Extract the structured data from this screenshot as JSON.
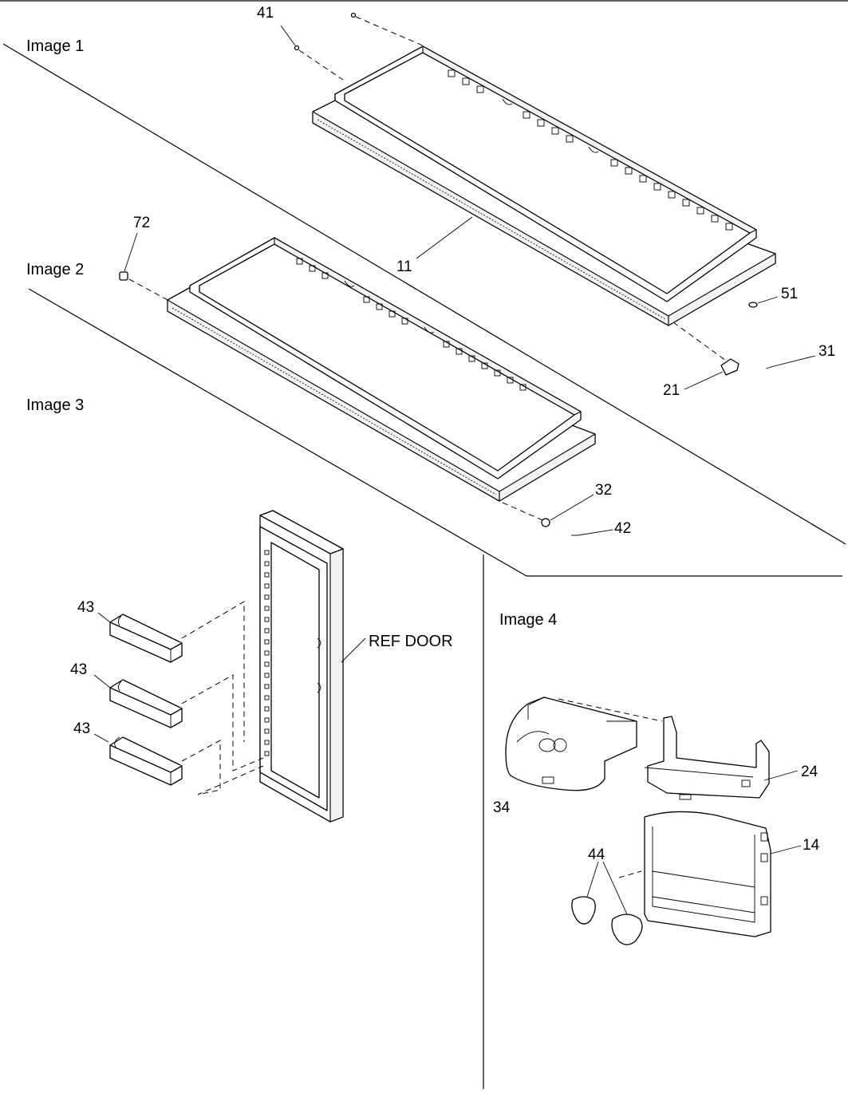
{
  "sections": {
    "image1": "Image 1",
    "image2": "Image 2",
    "image3": "Image 3",
    "image4": "Image 4"
  },
  "callouts": {
    "p41": "41",
    "p11": "11",
    "p51": "51",
    "p31": "31",
    "p21": "21",
    "p72": "72",
    "p32": "32",
    "p42": "42",
    "p43a": "43",
    "p43b": "43",
    "p43c": "43",
    "ref_door": "REF DOOR",
    "p24": "24",
    "p34": "34",
    "p14": "14",
    "p44": "44"
  }
}
